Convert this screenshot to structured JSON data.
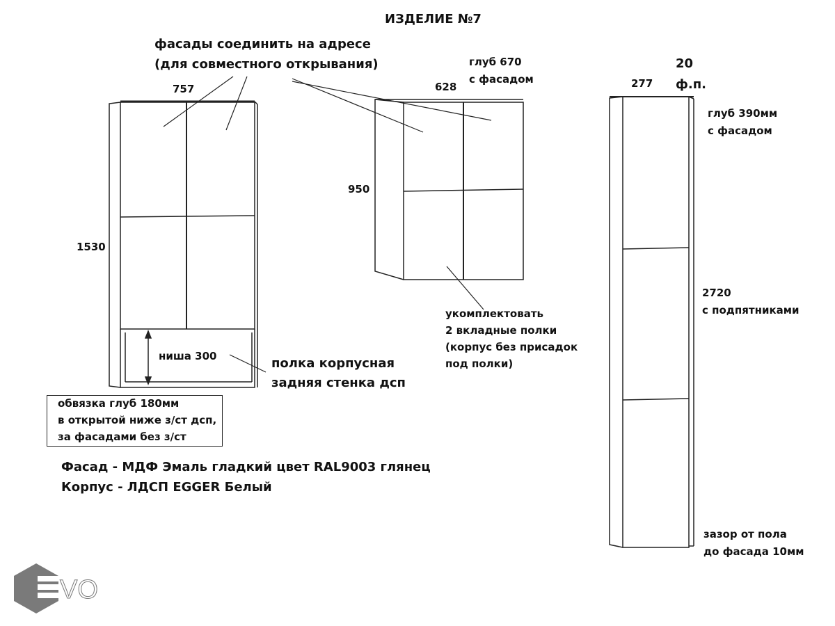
{
  "title": "ИЗДЕЛИЕ №7",
  "notes": {
    "facades_join": [
      "фасады соединить на адресе",
      "(для совместного открывания)"
    ],
    "width_left": "757",
    "height_left": "1530",
    "niche": "ниша 300",
    "shelf": [
      "полка корпусная",
      "задняя стенка дсп"
    ],
    "frame_box": [
      "обвязка глуб 180мм",
      "в открытой ниже з/ст дсп,",
      "за фасадами без з/ст"
    ],
    "materials": [
      "Фасад - МДФ Эмаль гладкий цвет RAL9003 глянец",
      "Корпус - ЛДСП EGGER Белый"
    ],
    "width_mid": "628",
    "depth_mid": [
      "глуб 670",
      "с фасадом"
    ],
    "height_mid": "950",
    "shelves_mid": [
      "укомплектовать",
      "2 вкладные полки",
      "(корпус без присадок",
      "под полки)"
    ],
    "width_right": "277",
    "fp": [
      "20",
      "ф.п."
    ],
    "depth_right": [
      "глуб 390мм",
      "с фасадом"
    ],
    "height_right": [
      "2720",
      "с подпятниками"
    ],
    "gap_right": [
      "зазор от пола",
      "до фасада 10мм"
    ]
  },
  "logo": {
    "text": "EVO",
    "color": "#7a7a7a"
  }
}
